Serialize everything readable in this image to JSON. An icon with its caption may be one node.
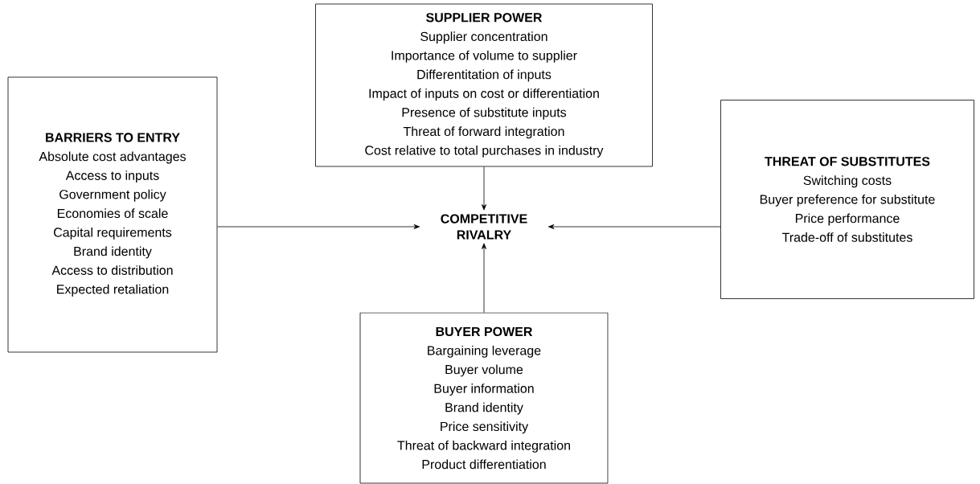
{
  "diagram": {
    "nodes": [
      {
        "text": [
          "SUPPLIER POWER",
          "Supplier concentration",
          "Importance of volume to supplier",
          "Differentitation of inputs",
          "Impact of inputs on cost or differentiation",
          "Presence of substitute inputs",
          "Threat of forward integration",
          "Cost relative to total purchases in industry"
        ]
      },
      {
        "text": [
          "BARRIERS TO ENTRY",
          "Absolute cost advantages",
          "Access to inputs",
          "Government policy",
          "Economies of scale",
          "Capital requirements",
          "Brand identity",
          "Access to distribution",
          "Expected retaliation"
        ]
      },
      {
        "text": [
          "THREAT OF SUBSTITUTES",
          "Switching costs",
          "Buyer preference for substitute",
          "Price performance",
          "Trade-off of substitutes"
        ]
      },
      {
        "text": [
          "BUYER POWER",
          "Bargaining leverage",
          "Buyer volume",
          "Buyer information",
          "Brand identity",
          "Price sensitivity",
          "Threat of backward integration",
          "Product differentiation"
        ]
      },
      {
        "text": [
          "COMPETITIVE RIVALRY"
        ]
      }
    ],
    "edges": [
      {
        "from": 0,
        "to": 4,
        "arrow": "to"
      },
      {
        "from": 1,
        "to": 4,
        "arrow": "to"
      },
      {
        "from": 2,
        "to": 4,
        "arrow": "to"
      },
      {
        "from": 3,
        "to": 4,
        "arrow": "to"
      }
    ]
  }
}
